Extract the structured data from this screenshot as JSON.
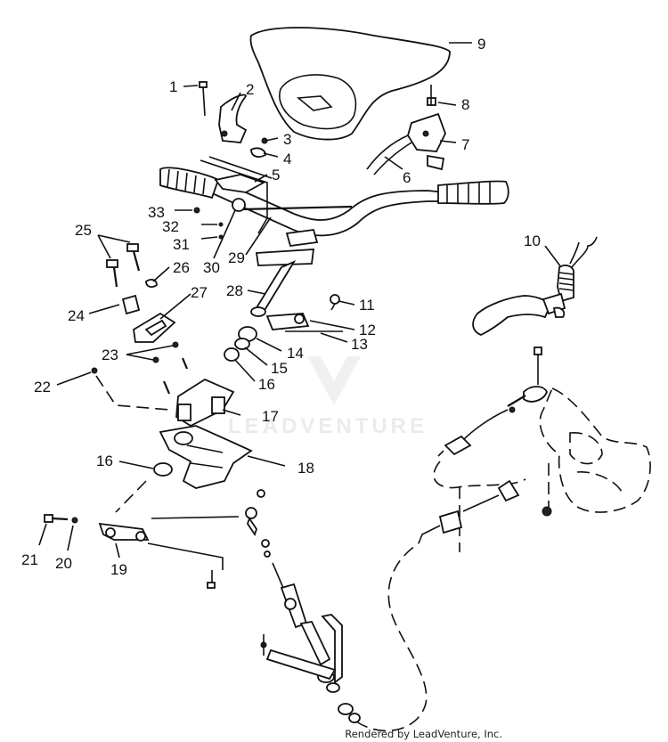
{
  "watermark": "LEADVENTURE",
  "footer": "Rendered by LeadVenture, Inc.",
  "callouts": [
    {
      "id": "c1",
      "label": "1"
    },
    {
      "id": "c2",
      "label": "2"
    },
    {
      "id": "c3",
      "label": "3"
    },
    {
      "id": "c4",
      "label": "4"
    },
    {
      "id": "c5",
      "label": "5"
    },
    {
      "id": "c6",
      "label": "6"
    },
    {
      "id": "c7",
      "label": "7"
    },
    {
      "id": "c8",
      "label": "8"
    },
    {
      "id": "c9",
      "label": "9"
    },
    {
      "id": "c10",
      "label": "10"
    },
    {
      "id": "c11",
      "label": "11"
    },
    {
      "id": "c12",
      "label": "12"
    },
    {
      "id": "c13",
      "label": "13"
    },
    {
      "id": "c14",
      "label": "14"
    },
    {
      "id": "c15",
      "label": "15"
    },
    {
      "id": "c16a",
      "label": "16"
    },
    {
      "id": "c16b",
      "label": "16"
    },
    {
      "id": "c17",
      "label": "17"
    },
    {
      "id": "c18",
      "label": "18"
    },
    {
      "id": "c19",
      "label": "19"
    },
    {
      "id": "c20",
      "label": "20"
    },
    {
      "id": "c21",
      "label": "21"
    },
    {
      "id": "c22",
      "label": "22"
    },
    {
      "id": "c23",
      "label": "23"
    },
    {
      "id": "c24",
      "label": "24"
    },
    {
      "id": "c25",
      "label": "25"
    },
    {
      "id": "c26",
      "label": "26"
    },
    {
      "id": "c27",
      "label": "27"
    },
    {
      "id": "c28",
      "label": "28"
    },
    {
      "id": "c29",
      "label": "29"
    },
    {
      "id": "c30",
      "label": "30"
    },
    {
      "id": "c31",
      "label": "31"
    },
    {
      "id": "c32",
      "label": "32"
    },
    {
      "id": "c33",
      "label": "33"
    }
  ]
}
